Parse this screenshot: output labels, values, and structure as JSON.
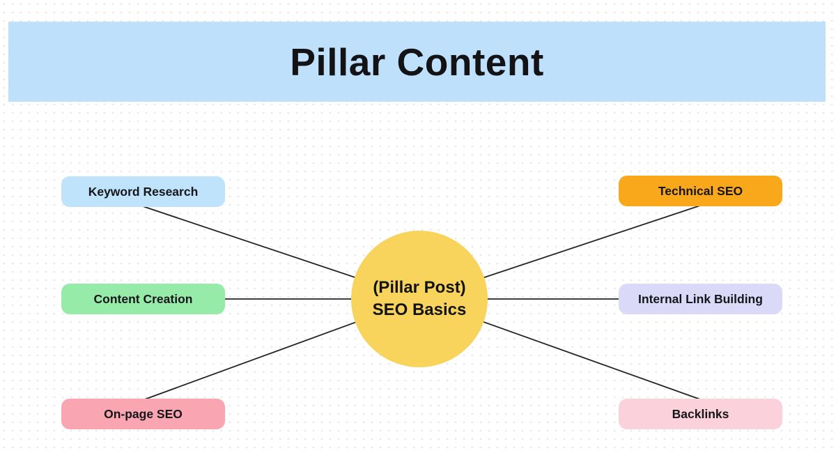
{
  "title": {
    "text": "Pillar Content",
    "background": "#BEE0FB"
  },
  "center_node": {
    "line1": "(Pillar Post)",
    "line2": "SEO Basics",
    "color": "#F8D45C"
  },
  "nodes": [
    {
      "label": "Keyword Research",
      "color": "#BEE3FB",
      "side": "left"
    },
    {
      "label": "Content Creation",
      "color": "#97EBA9",
      "side": "left"
    },
    {
      "label": "On-page SEO",
      "color": "#F9A6B2",
      "side": "left"
    },
    {
      "label": "Technical SEO",
      "color": "#FAA81B",
      "side": "right"
    },
    {
      "label": "Internal Link Building",
      "color": "#DBD9F8",
      "side": "right"
    },
    {
      "label": "Backlinks",
      "color": "#FBD1DB",
      "side": "right"
    }
  ],
  "connector_color": "#222222"
}
